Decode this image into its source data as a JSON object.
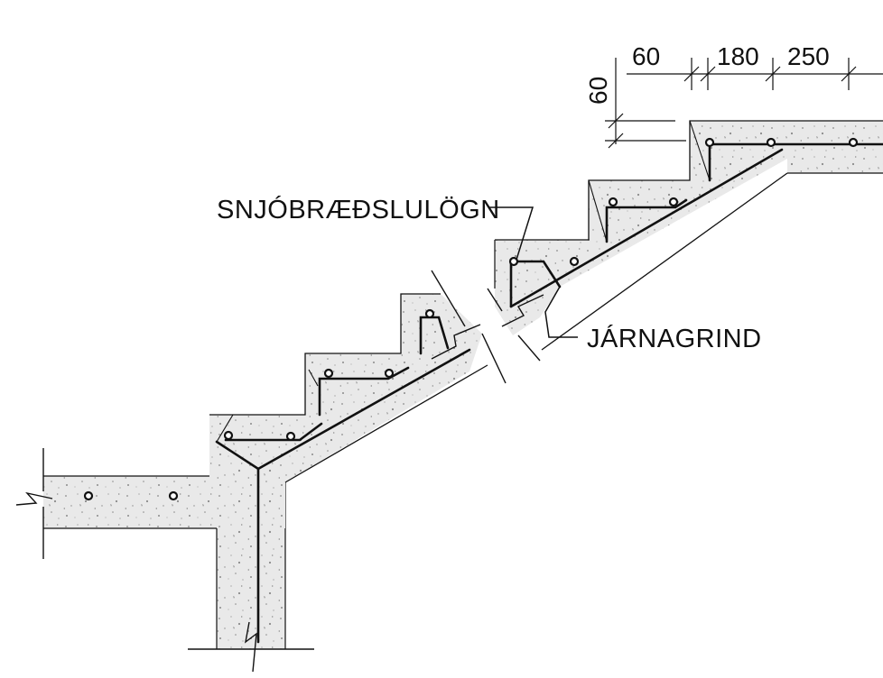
{
  "labels": {
    "snow_melt": "SNJÓBRÆÐSLULÖGN",
    "rebar": "JÁRNAGRIND"
  },
  "dimensions": {
    "d1": "60",
    "d2": "180",
    "d3": "250",
    "vertical": "60"
  },
  "colors": {
    "ink": "#111111",
    "concrete": "#e9e9e9",
    "speckle": "#8a8a8a",
    "background": "#ffffff"
  }
}
